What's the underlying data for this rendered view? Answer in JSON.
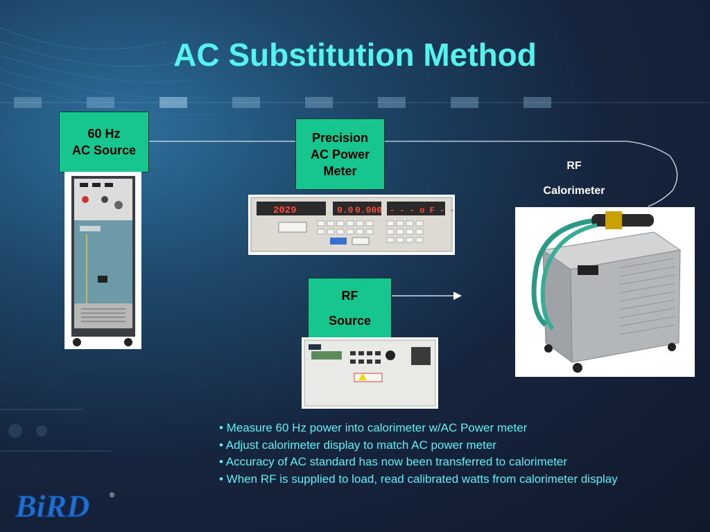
{
  "slide": {
    "title": "AC Substitution Method",
    "ac_source": {
      "line1": "60 Hz",
      "line2": "AC Source"
    },
    "power_meter": {
      "line1": "Precision",
      "line2": "AC Power",
      "line3": "Meter"
    },
    "rf_source": {
      "line1": "RF",
      "line2": "Source"
    },
    "calorimeter": {
      "line1": "RF",
      "line2": "Calorimeter"
    },
    "meter_display": {
      "left": "2029",
      "mid1": "0.0",
      "mid2": "0.000",
      "right": "- - - o F - -"
    },
    "bullets": [
      "• Measure 60 Hz power into calorimeter w/AC Power meter",
      "• Adjust calorimeter display to match AC power meter",
      "• Accuracy of AC standard has now been transferred to calorimeter",
      "• When RF is supplied to load, read calibrated watts from calorimeter display"
    ],
    "logo": {
      "text": "BiRD",
      "registered": "®"
    },
    "colors": {
      "title": "#55f2ee",
      "label_box": "#17c58e",
      "bullet_text": "#5ef0f6",
      "logo": "#1f6fd0"
    }
  }
}
